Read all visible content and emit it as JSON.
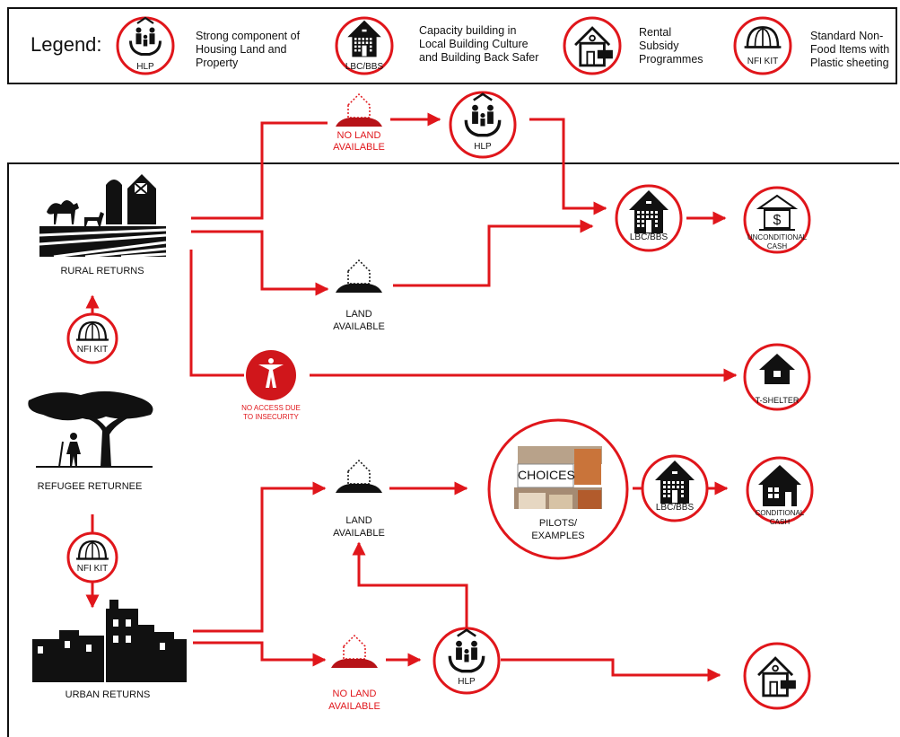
{
  "legend": {
    "title": "Legend:",
    "items": [
      {
        "badge": "HLP",
        "text_lines": [
          "Strong component of",
          "Housing Land and",
          "Property"
        ]
      },
      {
        "badge": "LBC/BBS",
        "text_lines": [
          "Capacity building in",
          "Local Building Culture",
          "and Building Back Safer"
        ]
      },
      {
        "badge": "RENT",
        "text_lines": [
          "Rental",
          "Subsidy",
          "Programmes"
        ]
      },
      {
        "badge": "NFI KIT",
        "text_lines": [
          "Standard Non-",
          "Food Items with",
          "Plastic sheeting"
        ]
      }
    ]
  },
  "nodes": {
    "rural": "RURAL RETURNS",
    "refugee": "REFUGEE RETURNEE",
    "urban": "URBAN RETURNS",
    "nfi_badge": "NFI KIT",
    "no_land_line1": "NO LAND",
    "no_land_line2": "AVAILABLE",
    "land_line1": "LAND",
    "land_line2": "AVAILABLE",
    "hlp": "HLP",
    "lbc": "LBC/BBS",
    "unconditional_line1": "UNCONDITIONAL",
    "unconditional_line2": "CASH",
    "no_access_line1": "NO ACCESS DUE",
    "no_access_line2": "TO INSECURITY",
    "tshelter": "T-SHELTER",
    "choices": "CHOICES",
    "pilots_line1": "PILOTS/",
    "pilots_line2": "EXAMPLES",
    "conditional_line1": "CONDITIONAL",
    "conditional_line2": "CASH",
    "rent_badge": "RENT"
  },
  "colors": {
    "accent": "#e0161b",
    "ink": "#111111"
  }
}
